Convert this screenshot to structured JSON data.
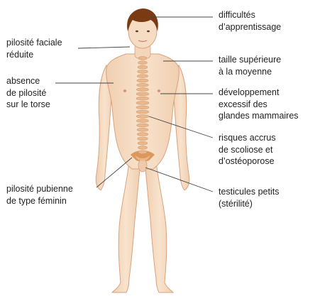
{
  "colors": {
    "skin": "#f6dcc2",
    "skin_outline": "#d9a27e",
    "hair": "#7a3b14",
    "spine": "#e9b98d",
    "leader_line": "#444444",
    "text": "#222222"
  },
  "labels": {
    "learning": "difficultés\nd’apprentissage",
    "facial_hair": "pilosité faciale\nréduite",
    "height": "taille supérieure\nà la moyenne",
    "torso_hair": "absence\nde pilosité\nsur le torse",
    "breasts": "développement\nexcessif des\nglandes mammaires",
    "scoliosis": "risques accrus\nde scoliose et\nd’ostéoporose",
    "pubic_hair": "pilosité pubienne\nde type féminin",
    "testicles": "testicules petits\n(stérilité)"
  }
}
